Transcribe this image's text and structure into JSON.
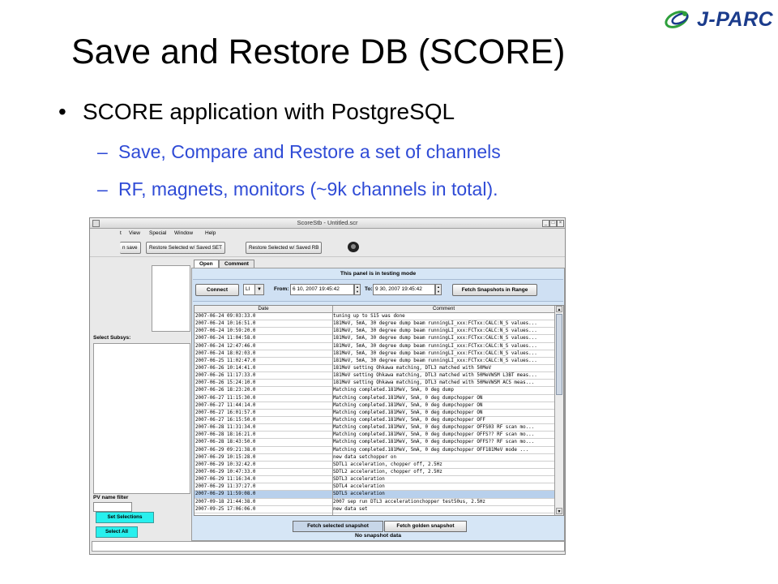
{
  "slide": {
    "logo_text": "J-PARC",
    "title": "Save and Restore DB (SCORE)",
    "bullet_marker": "•",
    "bullet": "SCORE application with PostgreSQL",
    "sub_marker": "–",
    "sub_items": [
      "Save, Compare and Restore a set of channels",
      "RF, magnets, monitors (~9k channels in total)."
    ]
  },
  "app": {
    "window_title": "ScoreStb - Untitled.scr",
    "window_controls": [
      "_",
      "□",
      "×"
    ],
    "menu": [
      "t",
      "View",
      "Special",
      "Window",
      "Help"
    ],
    "toolbar": {
      "save_label": "n save",
      "restore_set_label": "Restore Selected w/ Saved SET",
      "restore_rb_label": "Restore Selected w/ Saved RB"
    },
    "left": {
      "select_subsys_label": "Select Subsys:",
      "pv_filter_label": "PV name filter",
      "pv_filter_value": "",
      "set_selections_label": "Set Selections",
      "select_all_label": "Select All"
    },
    "tabs": [
      "Open",
      "Comment"
    ],
    "panel": {
      "testing_notice": "This panel is in testing mode",
      "connect_label": "Connect",
      "system_value": "LI",
      "from_label": "From:",
      "from_value": "6 10, 2007 19:45:42",
      "to_label": "To:",
      "to_value": "9 30, 2007 19:45:42",
      "fetch_range_label": "Fetch Snapshots in Range",
      "columns": [
        "Date",
        "Comment"
      ],
      "rows": [
        {
          "date": "2007-06-24 09:03:33.0",
          "comment": "tuning up to S15 was done"
        },
        {
          "date": "2007-06-24 10:16:51.0",
          "comment": "181MeV, 5mA, 30 degree dump beam runningLI_xxx:FCTxx:CALC:N_S values..."
        },
        {
          "date": "2007-06-24 10:59:20.0",
          "comment": "181MeV, 5mA, 30 degree dump beam runningLI_xxx:FCTxx:CALC:N_S values..."
        },
        {
          "date": "2007-06-24 11:04:58.0",
          "comment": "181MeV, 5mA, 30 degree dump beam runningLI_xxx:FCTxx:CALC:N_S values..."
        },
        {
          "date": "2007-06-24 12:47:46.0",
          "comment": "181MeV, 5mA, 30 degree dump beam runningLI_xxx:FCTxx:CALC:N_S values..."
        },
        {
          "date": "2007-06-24 18:02:03.0",
          "comment": "181MeV, 5mA, 30 degree dump beam runningLI_xxx:FCTxx:CALC:N_S values..."
        },
        {
          "date": "2007-06-25 11:02:47.0",
          "comment": "181MeV, 5mA, 30 degree dump beam runningLI_xxx:FCTxx:CALC:N_S values..."
        },
        {
          "date": "2007-06-26 10:14:41.0",
          "comment": "181MeV setting Ohkawa matching, DTL3 matched with 50MeV"
        },
        {
          "date": "2007-06-26 11:17:33.0",
          "comment": "181MeV setting Ohkawa matching, DTL3 matched with 50MeVWSM L3BT meas..."
        },
        {
          "date": "2007-06-26 15:24:10.0",
          "comment": "181MeV setting Ohkawa matching, DTL3 matched with 50MeVWSM ACS meas..."
        },
        {
          "date": "2007-06-26 18:23:20.0",
          "comment": "Matching completed.181MeV, 5mA, 0 deg dump"
        },
        {
          "date": "2007-06-27 11:15:30.0",
          "comment": "Matching completed.181MeV, 5mA, 0 deg dumpchopper ON"
        },
        {
          "date": "2007-06-27 11:44:14.0",
          "comment": "Matching completed.181MeV, 5mA, 0 deg dumpchopper ON"
        },
        {
          "date": "2007-06-27 16:01:57.0",
          "comment": "Matching completed.181MeV, 5mA, 0 deg dumpchopper ON"
        },
        {
          "date": "2007-06-27 16:15:50.0",
          "comment": "Matching completed.181MeV, 5mA, 0 deg dumpchopper OFF"
        },
        {
          "date": "2007-06-28 11:31:34.0",
          "comment": "Matching completed.181MeV, 5mA, 0 deg dumpchopper OFFS03 RF scan mo..."
        },
        {
          "date": "2007-06-28 18:16:21.0",
          "comment": "Matching completed.181MeV, 5mA, 0 deg dumpchopper OFFS?? RF scan mo..."
        },
        {
          "date": "2007-06-28 18:43:50.0",
          "comment": "Matching completed.181MeV, 5mA, 0 deg dumpchopper OFFS?? RF scan mo..."
        },
        {
          "date": "2007-06-29 09:21:38.0",
          "comment": "Matching completed.181MeV, 5mA, 0 deg dumpchopper OFF181MeV mode ..."
        },
        {
          "date": "2007-06-29 10:15:28.0",
          "comment": "new data setchopper on"
        },
        {
          "date": "2007-06-29 10:32:42.0",
          "comment": "SDTL1 acceleration, chopper off, 2.5Hz"
        },
        {
          "date": "2007-06-29 10:47:33.0",
          "comment": "SDTL2 acceleration, chopper off, 2.5Hz"
        },
        {
          "date": "2007-06-29 11:16:34.0",
          "comment": "SDTL3 acceleration"
        },
        {
          "date": "2007-06-29 11:37:27.0",
          "comment": "SDTL4 acceleration"
        },
        {
          "date": "2007-06-29 11:59:08.0",
          "comment": "SDTL5 acceleration"
        },
        {
          "date": "2007-09-18 21:44:38.0",
          "comment": "2007 sep run DTL3 accelerationchopper test50us, 2.5Hz"
        },
        {
          "date": "2007-09-25 17:06:06.0",
          "comment": "new data set"
        }
      ],
      "selected_row": 24,
      "fetch_selected_label": "Fetch selected snapshot",
      "fetch_golden_label": "Fetch golden snapshot",
      "status": "No snapshot data"
    }
  },
  "colors": {
    "title_text": "#000000",
    "sub_text": "#2f4bd6",
    "logo": "#1b3c8c",
    "cyan_button": "#28f0ee",
    "panel_bg": "#d6e6f6",
    "selected_row": "#b8d0ec"
  },
  "icons": {
    "bullet": "bullet-dot",
    "camera": "camera-icon",
    "combo_arrow": "chevron-down-icon"
  }
}
